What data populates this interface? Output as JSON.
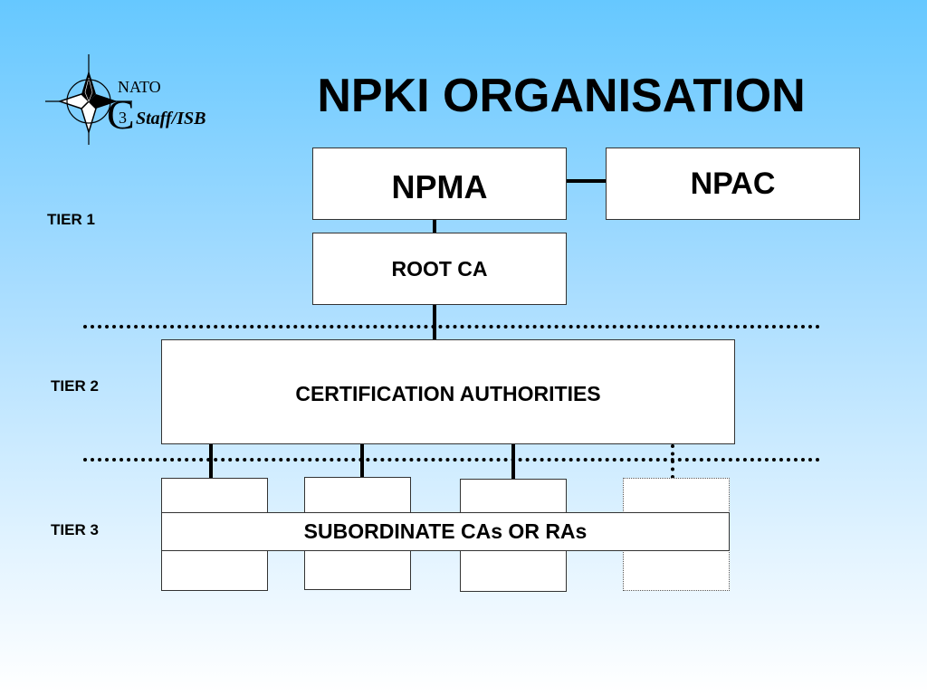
{
  "logo": {
    "line1": "NATO",
    "letter": "C",
    "superscript": "3",
    "line2": "Staff/ISB"
  },
  "title": "NPKI ORGANISATION",
  "tiers": {
    "tier1": "TIER 1",
    "tier2": "TIER 2",
    "tier3": "TIER 3"
  },
  "nodes": {
    "npma": "NPMA",
    "npac": "NPAC",
    "root_ca": "ROOT CA",
    "certification_authorities": "CERTIFICATION AUTHORITIES",
    "subordinate": "SUBORDINATE CAs OR RAs"
  },
  "colors": {
    "background_top": "#66c8ff",
    "background_bottom": "#ffffff",
    "box_fill": "#ffffff",
    "text": "#000000"
  }
}
